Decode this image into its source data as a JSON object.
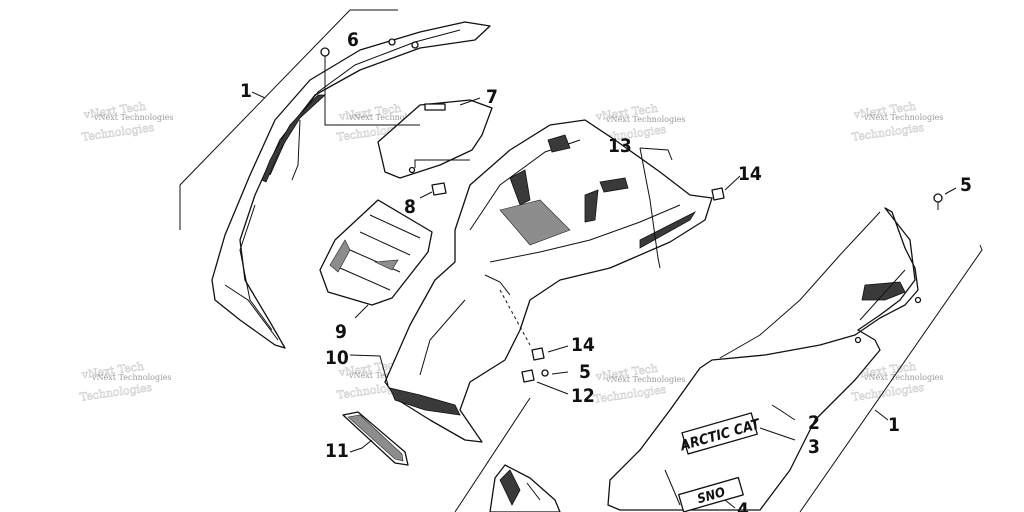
{
  "watermark": {
    "text": "vNext Technologies"
  },
  "decals": {
    "logo_text": "ARCTIC CAT",
    "model_text": "SNO"
  },
  "callouts": [
    {
      "id": "c1-left",
      "label": "1"
    },
    {
      "id": "c6",
      "label": "6"
    },
    {
      "id": "c7",
      "label": "7"
    },
    {
      "id": "c8",
      "label": "8"
    },
    {
      "id": "c9",
      "label": "9"
    },
    {
      "id": "c10",
      "label": "10"
    },
    {
      "id": "c11",
      "label": "11"
    },
    {
      "id": "c13",
      "label": "13"
    },
    {
      "id": "c14-top",
      "label": "14"
    },
    {
      "id": "c14-mid",
      "label": "14"
    },
    {
      "id": "c5-right",
      "label": "5"
    },
    {
      "id": "c5-mid",
      "label": "5"
    },
    {
      "id": "c12",
      "label": "12"
    },
    {
      "id": "c2",
      "label": "2"
    },
    {
      "id": "c3",
      "label": "3"
    },
    {
      "id": "c1-right",
      "label": "1"
    },
    {
      "id": "c4",
      "label": "4"
    }
  ]
}
